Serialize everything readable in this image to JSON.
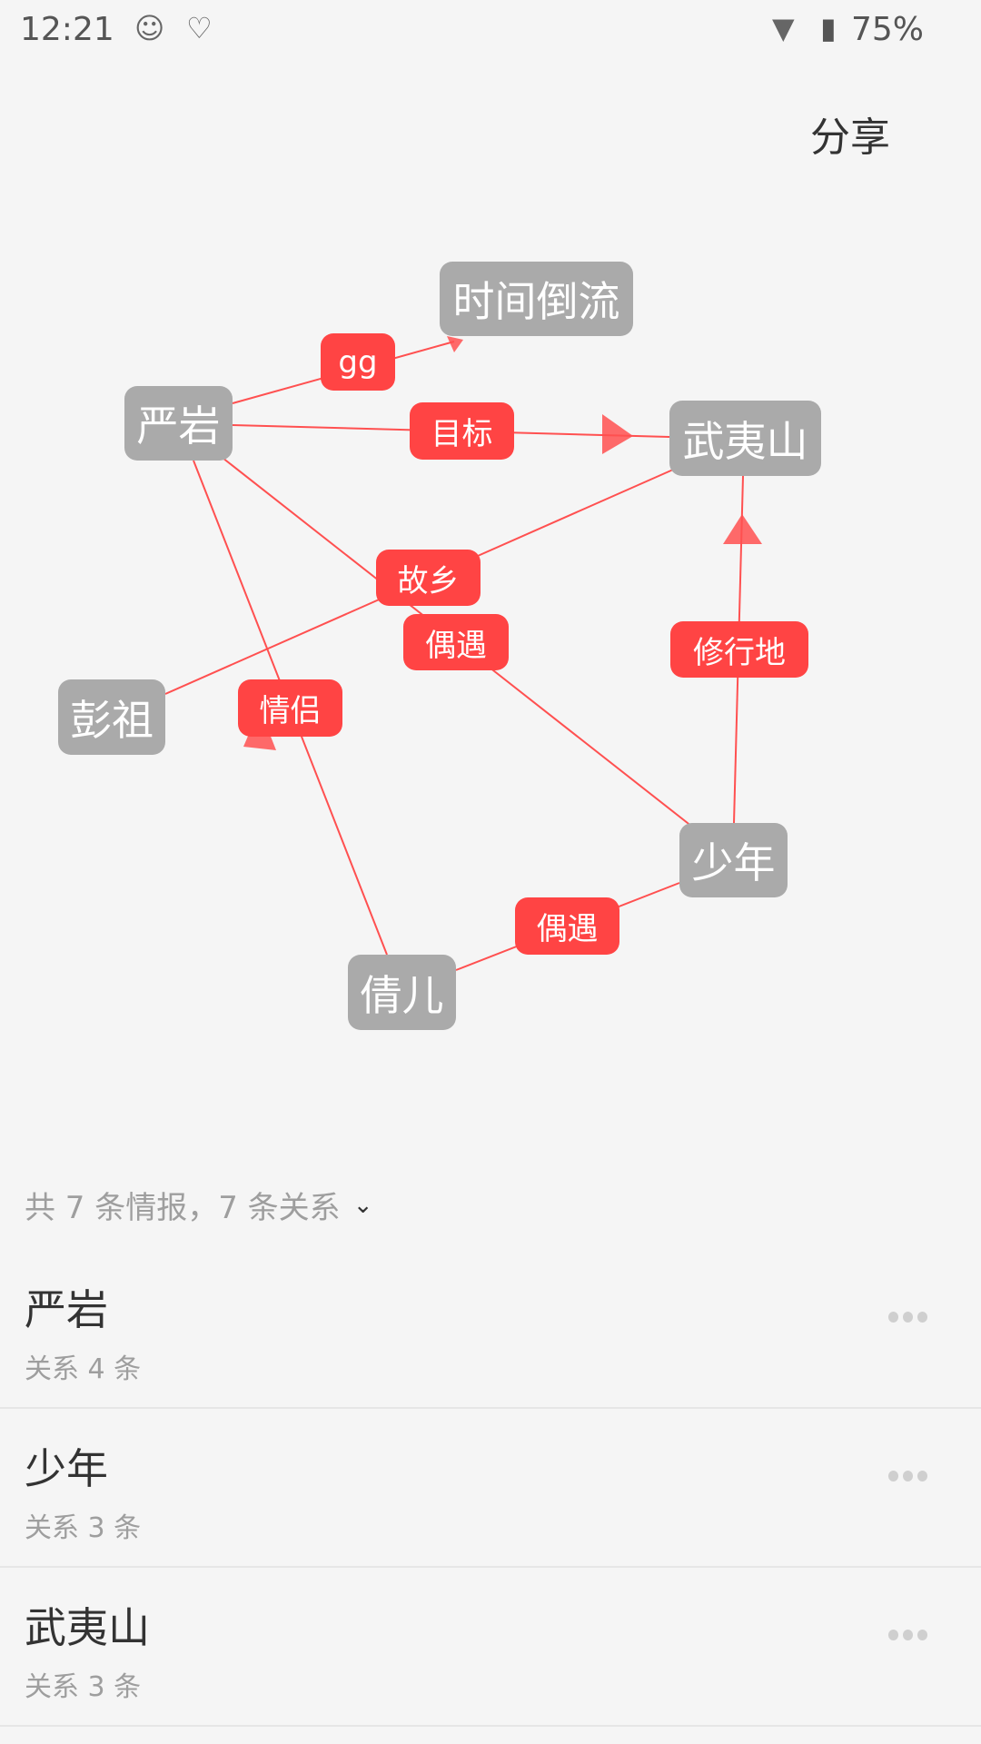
{
  "status_bar": {
    "time": "12:21",
    "battery": "75%",
    "icons": [
      "android-robot-icon",
      "notification-icon",
      "wifi-icon",
      "battery-charging-icon"
    ]
  },
  "header": {
    "share_label": "分享"
  },
  "graph": {
    "nodes": {
      "shijian": "时间倒流",
      "yanyan": "严岩",
      "wuyishan": "武夷山",
      "pengzu": "彭祖",
      "shaonian": "少年",
      "qianer": "倩儿"
    },
    "edges": {
      "gg": "gg",
      "mubiao": "目标",
      "guxiang": "故乡",
      "ouyu1": "偶遇",
      "xiuxingdi": "修行地",
      "qinglv": "情侣",
      "ouyu2": "偶遇"
    },
    "node_color": "#aaaaaa",
    "edge_color": "#ff4444"
  },
  "summary": {
    "text": "共 7 条情报，7 条关系"
  },
  "list": [
    {
      "title": "严岩",
      "subtitle": "关系 4 条"
    },
    {
      "title": "少年",
      "subtitle": "关系 3 条"
    },
    {
      "title": "武夷山",
      "subtitle": "关系 3 条"
    }
  ]
}
